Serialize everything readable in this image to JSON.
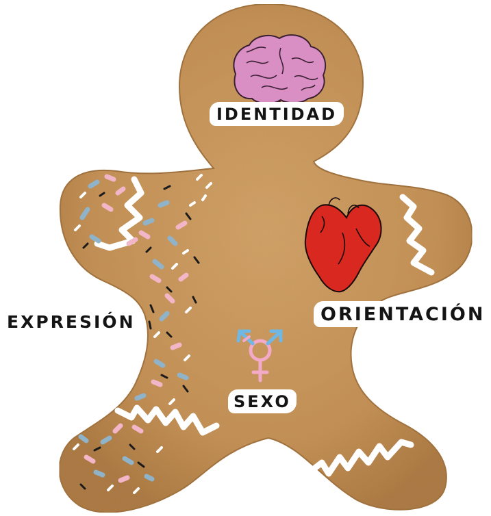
{
  "labels": {
    "identidad": "IDENTIDAD",
    "orientacion": "ORIENTACIÓN",
    "expresion": "EXPRESIÓN",
    "sexo": "SEXO"
  },
  "icons": {
    "brain": "brain-icon",
    "heart": "heart-icon",
    "gender_symbol": "transgender-symbol-icon"
  },
  "colors": {
    "cookie": "#c8955c",
    "cookie_dark": "#a8743f",
    "icing": "#ffffff",
    "brain": "#d98fc4",
    "heart": "#d8281f",
    "symbol_pink": "#f3a9c8",
    "symbol_blue": "#6fb8e6",
    "sprinkle_blue": "#8fb3c9",
    "sprinkle_pink": "#f1b7c9"
  }
}
